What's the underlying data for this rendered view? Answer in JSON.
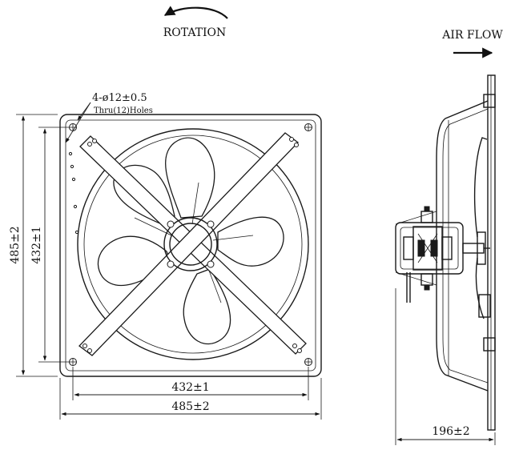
{
  "labels": {
    "rotation": "ROTATION",
    "air_flow": "AIR FLOW",
    "hole_spec": "4-ø12±0.5",
    "hole_note": "Thru(12)Holes"
  },
  "dimensions": {
    "frame_height": "485±2",
    "hole_pitch_vertical": "432±1",
    "hole_pitch_horizontal": "432±1",
    "frame_width": "485±2",
    "depth": "196±2"
  }
}
